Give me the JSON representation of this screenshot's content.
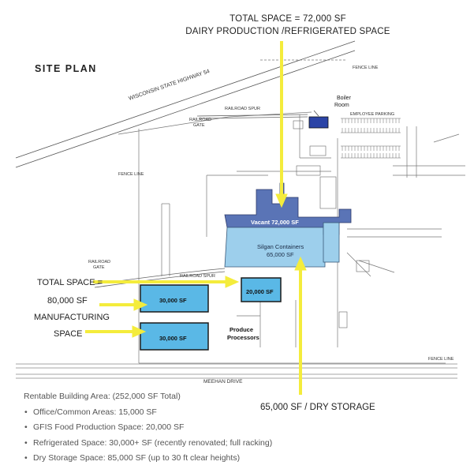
{
  "header": {
    "total_space_line": "TOTAL SPACE = 72,000 SF",
    "dairy_line": "DAIRY PRODUCTION /REFRIGERATED SPACE"
  },
  "site_plan_title": "SITE PLAN",
  "map_labels": {
    "highway": "WISCONSIN STATE HIGHWAY 54",
    "fence_line_top": "FENCE LINE",
    "railroad_spur_top": "RAILROAD SPUR",
    "railroad_gate_top_1": "RAILROAD",
    "railroad_gate_top_2": "GATE",
    "fence_line_left": "FENCE LINE",
    "railroad_gate_left_1": "RAILROAD",
    "railroad_gate_left_2": "GATE",
    "railroad_spur_mid": "RAILROAD SPUR",
    "meehan_drive": "MEEHAN DRIVE",
    "fence_line_bottom": "FENCE LINE",
    "boiler_room_1": "Boiler",
    "boiler_room_2": "Room",
    "employee_parking": "EMPLOYEE PARKING",
    "vacant": "Vacant 72,000 SF",
    "silgan_1": "Silgan Containers",
    "silgan_2": "65,000 SF",
    "bldg_30k_top": "30,000 SF",
    "bldg_30k_bottom": "30,000 SF",
    "bldg_20k": "20,000 SF",
    "produce_1": "Produce",
    "produce_2": "Processors"
  },
  "left_annotations": {
    "total_space": "TOTAL SPACE =",
    "sf": "80,000 SF",
    "manufacturing": "MANUFACTURING",
    "space": "SPACE"
  },
  "bottom_annotation": "65,000 SF / DRY STORAGE",
  "info": {
    "rentable": "Rentable Building Area: (252,000 SF Total)",
    "items": [
      "Office/Common Areas: 15,000 SF",
      "GFIS Food Production Space: 20,000 SF",
      "Refrigerated Space: 30,000+ SF (recently renovated; full racking)",
      "Dry Storage Space: 85,000 SF (up to 30 ft clear heights)"
    ]
  },
  "colors": {
    "arrow_yellow": "#f4ec3c",
    "dark_blue": "#5a74b6",
    "light_blue": "#9dcfec",
    "cyan_block": "#5ab8e6",
    "boiler_blue": "#2b44a6"
  }
}
